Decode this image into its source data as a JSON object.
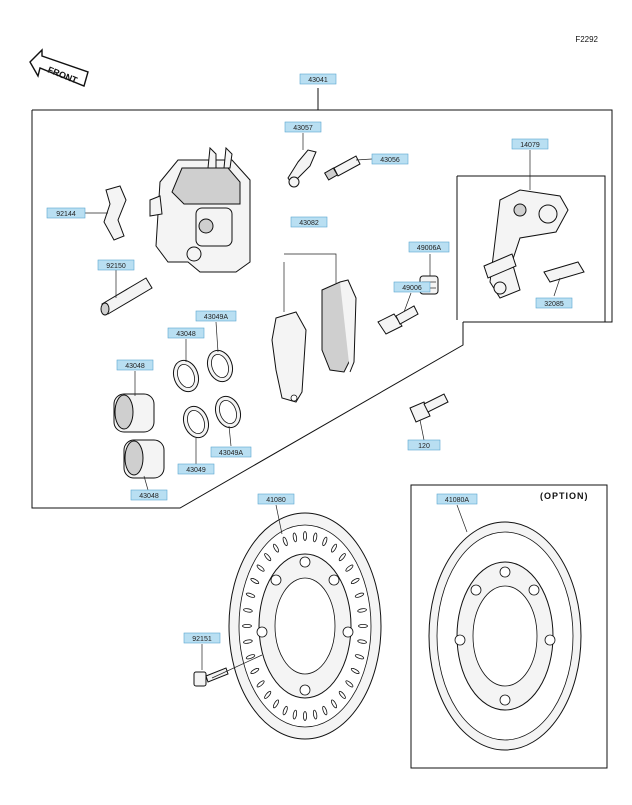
{
  "figure_code": "F2292",
  "front_label": "FRONT",
  "option_label": "(OPTION)",
  "callouts": {
    "c43041": "43041",
    "c43057": "43057",
    "c43056": "43056",
    "c14079": "14079",
    "c92144": "92144",
    "c43082": "43082",
    "c49006A": "49006A",
    "c92150": "92150",
    "c49006": "49006",
    "c32085": "32085",
    "c43049A_top": "43049A",
    "c43048_top": "43048",
    "c43048_left": "43048",
    "c43049A_bottom": "43049A",
    "c43049": "43049",
    "c120": "120",
    "c43048_bottom": "43048",
    "c41080": "41080",
    "c41080A": "41080A",
    "c92151": "92151"
  }
}
